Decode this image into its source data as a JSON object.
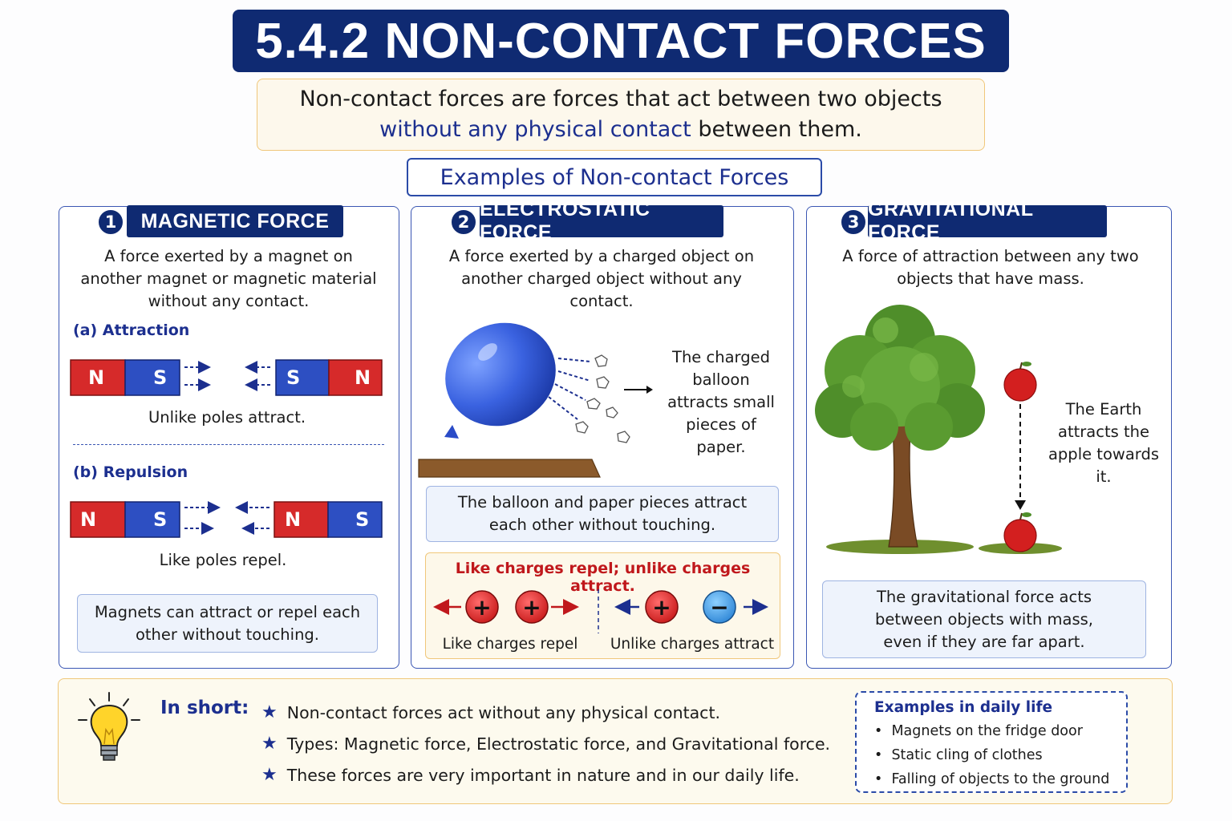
{
  "title": "5.4.2  NON-CONTACT FORCES",
  "definition": {
    "line1": "Non-contact forces are forces that act between two objects",
    "highlight": "without any physical contact",
    "line2_rest": " between them."
  },
  "examples_heading": "Examples of Non-contact Forces",
  "magnetic": {
    "number": "1",
    "title": "MAGNETIC FORCE",
    "description": "A force exerted by a magnet on another magnet or magnetic material without any contact.",
    "attraction_label": "(a)  Attraction",
    "attraction_magnet1": [
      "N",
      "S"
    ],
    "attraction_magnet2": [
      "S",
      "N"
    ],
    "attraction_caption": "Unlike poles attract.",
    "repulsion_label": "(b)  Repulsion",
    "repulsion_magnet1": [
      "N",
      "S"
    ],
    "repulsion_magnet2": [
      "N",
      "S"
    ],
    "repulsion_caption": "Like poles repel.",
    "note": "Magnets can attract or repel each other without touching.",
    "colors": {
      "north": "#d62a2a",
      "south": "#2d4fc2"
    }
  },
  "electrostatic": {
    "number": "2",
    "title": "ELECTROSTATIC FORCE",
    "description": "A force exerted by a charged object on another charged object without any contact.",
    "balloon_caption": "The charged balloon attracts small pieces of paper.",
    "note": "The balloon and paper pieces attract each other without touching.",
    "rule": "Like charges repel; unlike charges attract.",
    "like_caption": "Like charges repel",
    "unlike_caption": "Unlike charges attract",
    "plus_symbol": "+",
    "minus_symbol": "−",
    "colors": {
      "rule": "#c0181c",
      "positive": "#e02424",
      "negative": "#3a8fe0"
    }
  },
  "gravitational": {
    "number": "3",
    "title": "GRAVITATIONAL FORCE",
    "description": "A force of attraction between any two objects that have mass.",
    "apple_caption": "The Earth attracts the apple towards it.",
    "note": "The gravitational force acts between objects with mass, even if they are far apart."
  },
  "summary": {
    "label": "In short:",
    "points": [
      "Non-contact forces act without any physical contact.",
      "Types: Magnetic force, Electrostatic force, and Gravitational force.",
      "These forces are very important in nature and in our daily life."
    ],
    "daily_title": "Examples in daily life",
    "daily_items": [
      "Magnets on the fridge door",
      "Static cling of clothes",
      "Falling of objects to the ground"
    ]
  },
  "colors": {
    "navy": "#0f2a72",
    "accent_blue": "#1c2f8f",
    "panel_border": "#3a56b3",
    "cream": "#fdf8ec"
  }
}
